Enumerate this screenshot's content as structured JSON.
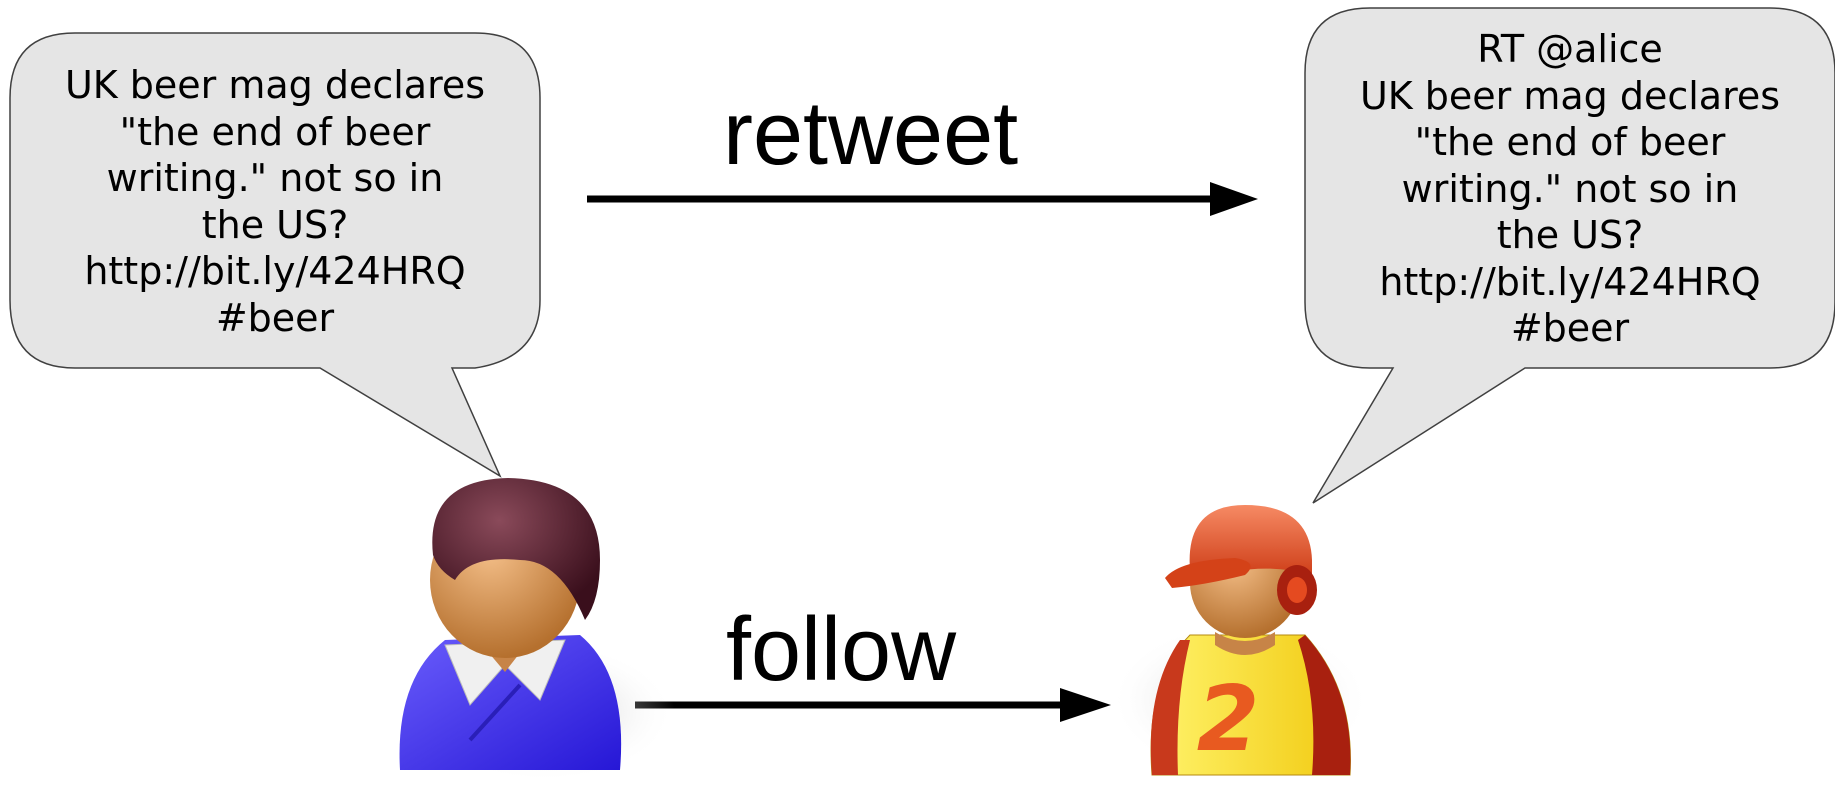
{
  "colors": {
    "bubble_fill": "#e5e5e5",
    "bubble_stroke": "#404040",
    "arrow": "#000000",
    "user_a_shirt": "#3f33f5",
    "user_a_hair": "#5a2130",
    "user_b_cap": "#e54a20",
    "user_b_shirt": "#f7e21a",
    "skin": "#e3a061"
  },
  "left_bubble": {
    "lines": [
      "UK beer mag declares",
      "\"the end of beer",
      "writing.\" not so in",
      "the US?",
      "http://bit.ly/424HRQ",
      "#beer"
    ]
  },
  "right_bubble": {
    "lines": [
      "RT @alice",
      "UK beer mag declares",
      "\"the end of beer",
      "writing.\" not so in",
      "the US?",
      "http://bit.ly/424HRQ",
      "#beer"
    ]
  },
  "edges": {
    "retweet": "retweet",
    "follow": "follow"
  },
  "icons": {
    "user_a": "user-icon",
    "user_b": "player-icon",
    "user_b_number": "2"
  }
}
